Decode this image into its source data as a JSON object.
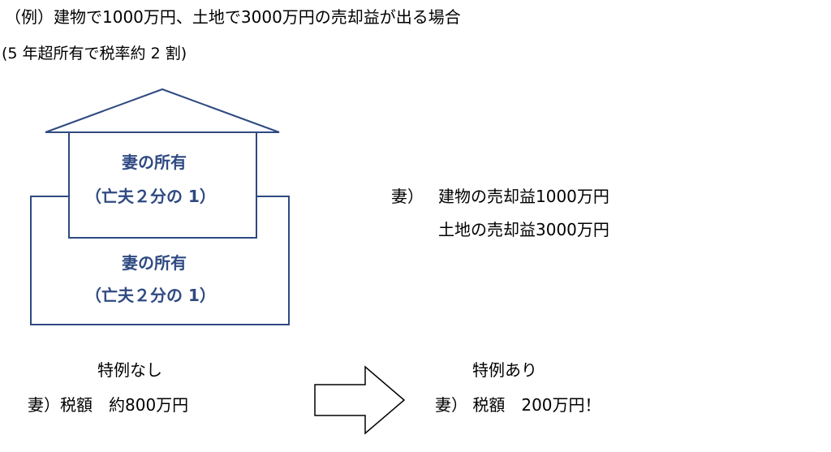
{
  "heading": {
    "title": "（例）建物で1000万円、土地で3000万円の売却益が出る場合",
    "subtitle": "(5 年超所有で税率約 2 割)"
  },
  "diagram": {
    "building": {
      "owner": "妻の所有",
      "share": "（亡夫２分の 1）"
    },
    "land": {
      "owner": "妻の所有",
      "share": "（亡夫２分の 1）"
    },
    "line_color": "#2F4A82",
    "arrow_color": "#000000"
  },
  "gains": {
    "prefix": "妻）",
    "building": "建物の売却益1000万円",
    "land": "土地の売却益3000万円"
  },
  "comparison": {
    "without": {
      "heading": "特例なし",
      "tax": "妻）税額　約800万円"
    },
    "with": {
      "heading": "特例あり",
      "tax": "妻）  税額　200万円！"
    }
  }
}
